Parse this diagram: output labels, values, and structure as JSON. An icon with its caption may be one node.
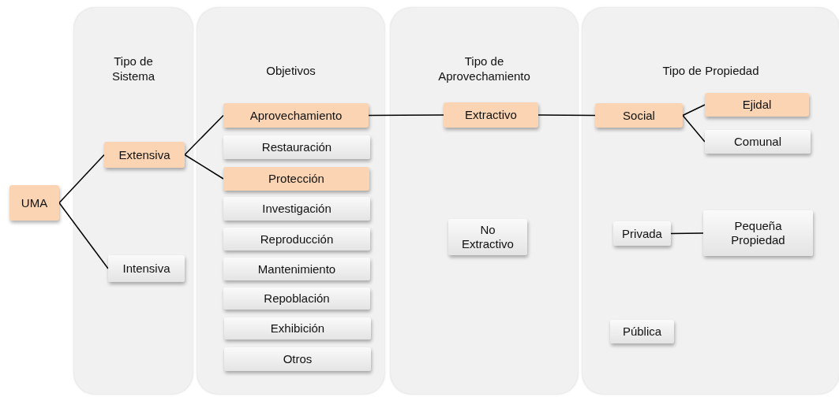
{
  "diagram": {
    "nodes": [
      {
        "text": [
          "Tipo de Sistema"
        ]
      },
      {
        "text": [
          "Objetivos"
        ]
      },
      {
        "text": [
          "Tipo de Aprovechamiento"
        ]
      },
      {
        "text": [
          "Tipo de Propiedad"
        ]
      },
      {
        "text": [
          "UMA"
        ]
      },
      {
        "text": [
          "Extensiva"
        ],
        "in": 0
      },
      {
        "text": [
          "Intensiva"
        ],
        "in": 0
      },
      {
        "text": [
          "Aprovechamiento"
        ],
        "in": 1
      },
      {
        "text": [
          "Restauración"
        ],
        "in": 1
      },
      {
        "text": [
          "Protección"
        ],
        "in": 1
      },
      {
        "text": [
          "Investigación"
        ],
        "in": 1
      },
      {
        "text": [
          "Reproducción"
        ],
        "in": 1
      },
      {
        "text": [
          "Mantenimiento"
        ],
        "in": 1
      },
      {
        "text": [
          "Repoblación"
        ],
        "in": 1
      },
      {
        "text": [
          "Exhibición"
        ],
        "in": 1
      },
      {
        "text": [
          "Otros"
        ],
        "in": 1
      },
      {
        "text": [
          "Extractivo"
        ],
        "in": 2
      },
      {
        "text": [
          "No Extractivo"
        ],
        "in": 2
      },
      {
        "text": [
          "Social"
        ],
        "in": 3
      },
      {
        "text": [
          "Ejidal"
        ],
        "in": 3
      },
      {
        "text": [
          "Comunal"
        ],
        "in": 3
      },
      {
        "text": [
          "Privada"
        ],
        "in": 3
      },
      {
        "text": [
          "Pequeña Propiedad"
        ],
        "in": 3
      },
      {
        "text": [
          "Pública"
        ],
        "in": 3
      }
    ],
    "edges": [
      {
        "from": 4,
        "to": 5,
        "arrow": "none"
      },
      {
        "from": 4,
        "to": 6,
        "arrow": "none"
      },
      {
        "from": 5,
        "to": 7,
        "arrow": "none"
      },
      {
        "from": 5,
        "to": 9,
        "arrow": "none"
      },
      {
        "from": 7,
        "to": 16,
        "arrow": "none"
      },
      {
        "from": 16,
        "to": 18,
        "arrow": "none"
      },
      {
        "from": 18,
        "to": 19,
        "arrow": "none"
      },
      {
        "from": 18,
        "to": 20,
        "arrow": "none"
      },
      {
        "from": 21,
        "to": 22,
        "arrow": "none"
      }
    ]
  }
}
